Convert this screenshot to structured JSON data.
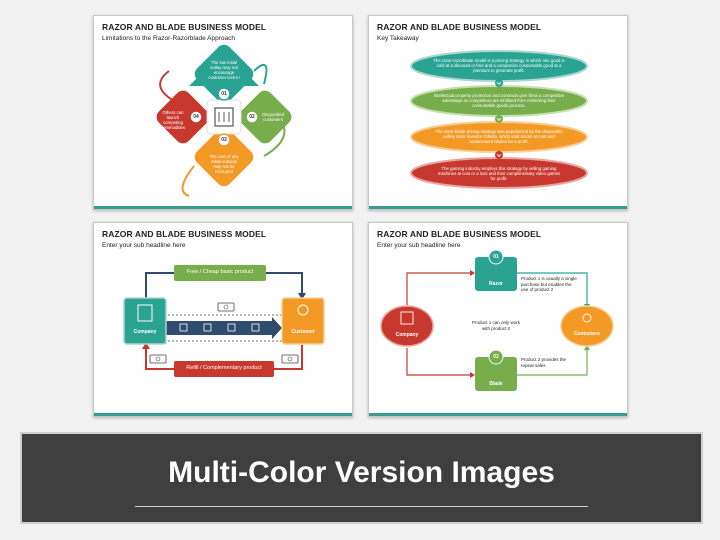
{
  "colors": {
    "green": "#77ad4a",
    "teal": "#2aa392",
    "orange": "#f29a25",
    "red": "#c7392e",
    "banner_bg": "#3f3f3f"
  },
  "slides": [
    {
      "title": "RAZOR AND BLADE BUSINESS MODEL",
      "subtitle": "Limitations to the Razor-Razorblade Approach",
      "items": [
        {
          "num": "01",
          "text": "The low initial outlay may not encourage customer lock-in"
        },
        {
          "num": "02",
          "text": "Disgruntled customers"
        },
        {
          "num": "03",
          "text": "The cost of any initial subsidy may not be recouped"
        },
        {
          "num": "04",
          "text": "Others can launch competing commodities"
        }
      ]
    },
    {
      "title": "RAZOR AND BLADE BUSINESS MODEL",
      "subtitle": "Key Takeaway",
      "items": [
        {
          "text": "The razor-razorblade model is a pricing strategy in which one good is sold at a discount or free and a companion consumable good at a premium to generate profit."
        },
        {
          "text": "Intellectual property protection and contracts give firms a competitive advantage as competitors are inhibited from mimicking their consumable goods process."
        },
        {
          "text": "The razor-blade pricing strategy was popularized by the disposable safety razor inventor Gillette, which sold razors at cost and replacement blades for a profit."
        },
        {
          "text": "The gaming industry employs this strategy by selling gaming machines at cost or a loss and their complimentary video games for profit."
        }
      ]
    },
    {
      "title": "RAZOR AND BLADE BUSINESS MODEL",
      "subtitle": "Enter your sub headline here",
      "top_label": "Free / Cheap basic product",
      "bottom_label": "Refill / Complementary product",
      "left_label": "Company",
      "right_label": "Customer"
    },
    {
      "title": "RAZOR AND BLADE BUSINESS MODEL",
      "subtitle": "Enter your sub headline here",
      "company": "Company",
      "customers": "Customers",
      "razor_num": "01",
      "razor": "Razor",
      "blade_num": "02",
      "blade": "Blade",
      "note_top": "Product 1 is usually a single purchase but enables the use of product 2",
      "note_center": "Product 1 can only work with product 2",
      "note_bottom": "Product 2 provides the repeat sales"
    }
  ],
  "banner": {
    "title": "Multi-Color Version Images"
  }
}
